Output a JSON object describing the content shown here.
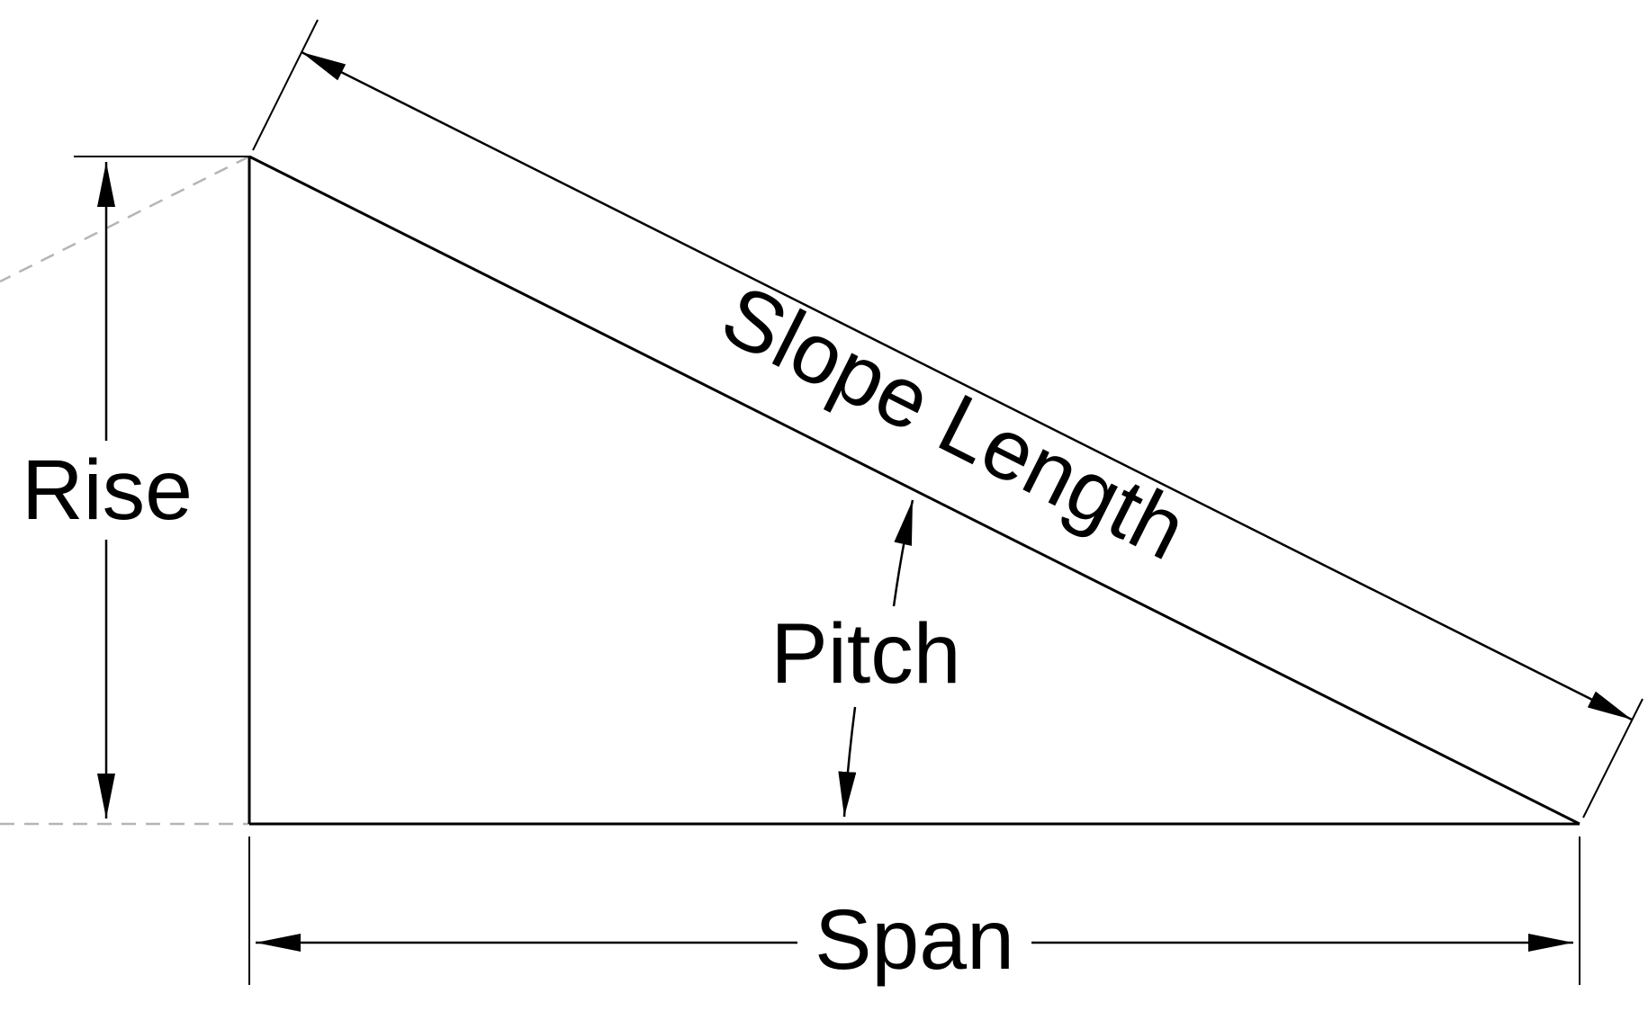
{
  "diagram": {
    "type": "roof-pitch-right-triangle",
    "labels": {
      "rise": "Rise",
      "slope_length": "Slope Length",
      "pitch": "Pitch",
      "span": "Span"
    },
    "colors": {
      "line": "#000000",
      "construction_dashed": "#b5b5b5",
      "background": "#ffffff"
    }
  }
}
